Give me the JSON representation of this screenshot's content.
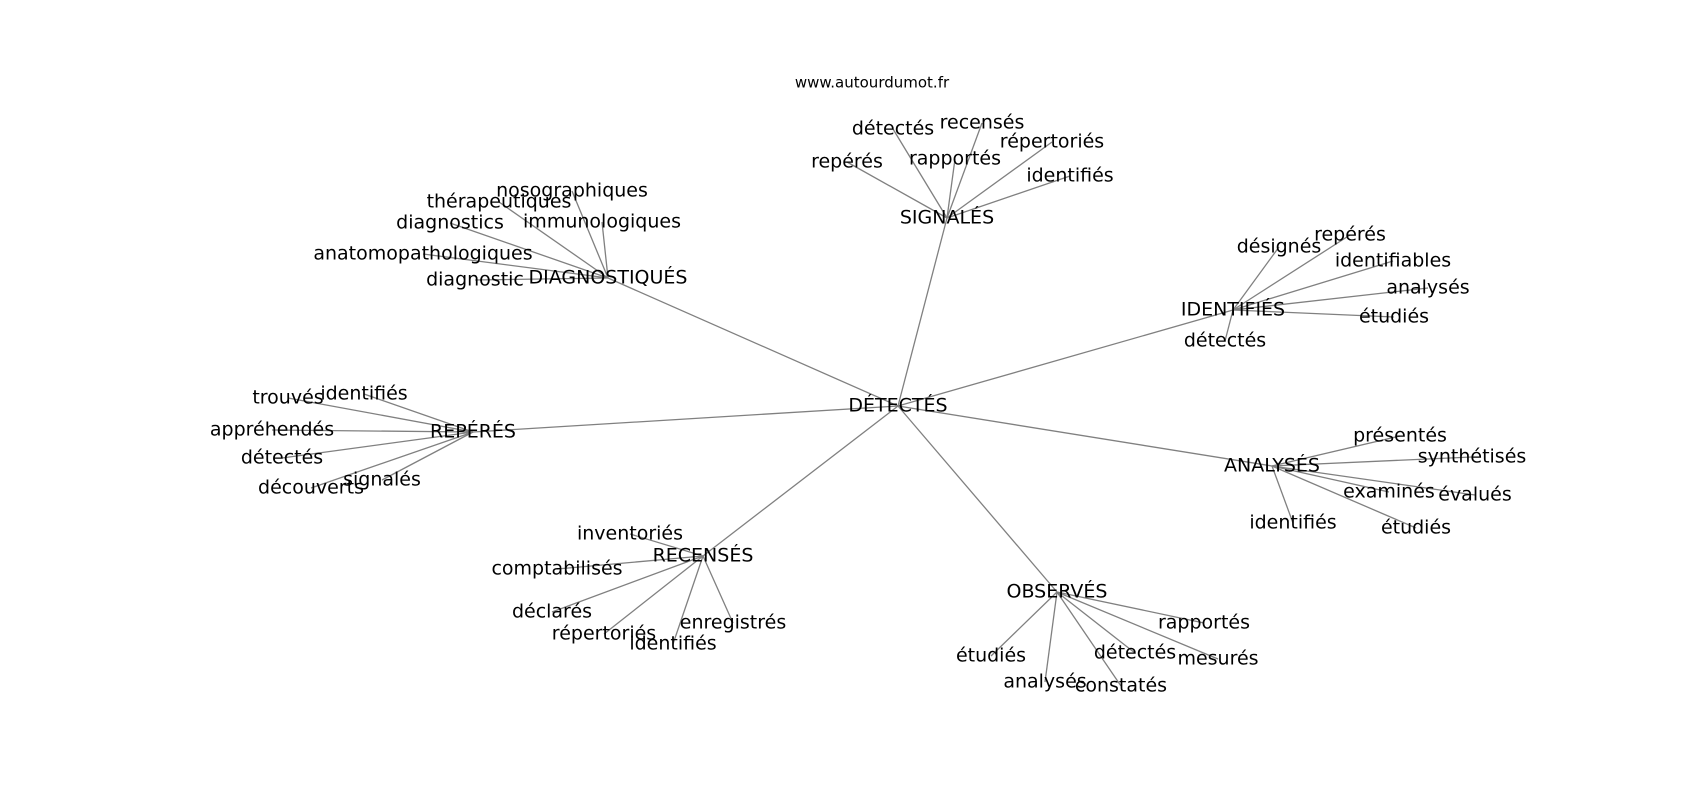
{
  "source": "www.autourdumot.fr",
  "colors": {
    "edge": "#808080",
    "text": "#000000",
    "background": "#ffffff"
  },
  "center": "DÉTECTÉS",
  "clusters": [
    {
      "label": "SIGNALÉS",
      "leaves": [
        "détectés",
        "recensés",
        "répertoriés",
        "repérés",
        "rapportés",
        "identifiés"
      ]
    },
    {
      "label": "DIAGNOSTIQUÉS",
      "leaves": [
        "nosographiques",
        "thérapeutiques",
        "diagnostics",
        "immunologiques",
        "anatomopathologiques",
        "diagnostic"
      ]
    },
    {
      "label": "IDENTIFIÉS",
      "leaves": [
        "désignés",
        "repérés",
        "identifiables",
        "analysés",
        "étudiés",
        "détectés"
      ]
    },
    {
      "label": "REPÉRÉS",
      "leaves": [
        "trouvés",
        "identifiés",
        "appréhendés",
        "détectés",
        "signalés",
        "découverts"
      ]
    },
    {
      "label": "ANALYSÉS",
      "leaves": [
        "présentés",
        "synthétisés",
        "examinés",
        "évalués",
        "identifiés",
        "étudiés"
      ]
    },
    {
      "label": "RECENSÉS",
      "leaves": [
        "inventoriés",
        "comptabilisés",
        "déclarés",
        "enregistrés",
        "répertoriés",
        "identifiés"
      ]
    },
    {
      "label": "OBSERVÉS",
      "leaves": [
        "rapportés",
        "étudiés",
        "détectés",
        "mesurés",
        "analysés",
        "constatés"
      ]
    }
  ]
}
